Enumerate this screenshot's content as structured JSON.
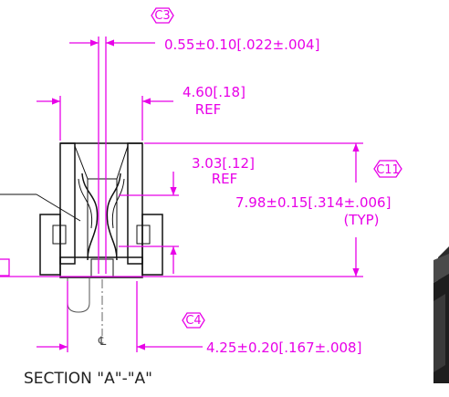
{
  "callouts": {
    "c3": "C3",
    "c4": "C4",
    "c11": "C11"
  },
  "dimensions": {
    "top_width": "0.55±0.10[.022±.004]",
    "ref_width": "4.60[.18]",
    "ref_width_note": "REF",
    "ref_height": "3.03[.12]",
    "ref_height_note": "REF",
    "height": "7.98±0.15[.314±.006]",
    "height_note": "(TYP)",
    "bottom_width": "4.25±0.20[.167±.008]"
  },
  "centerline_symbol": "℄",
  "section_title": "SECTION \"A\"-\"A\"",
  "colors": {
    "dimension": "#e800e8",
    "outline": "#111111",
    "hatch": "#333333"
  }
}
